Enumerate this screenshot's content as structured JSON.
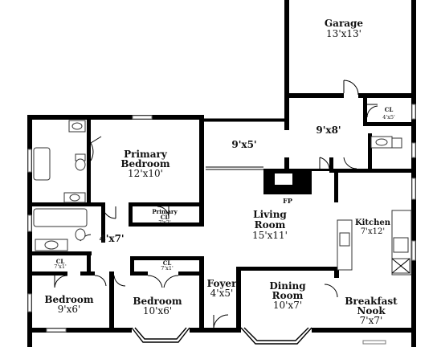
{
  "rooms": {
    "garage": {
      "name": "Garage",
      "dim": "13'x13'"
    },
    "garage_closet": {
      "name": "CL",
      "dim": "4'x5'"
    },
    "laundry": {
      "dim": "9'x8'"
    },
    "hall_top": {
      "dim": "9'x5'"
    },
    "primary_bedroom": {
      "name_line1": "Primary",
      "name_line2": "Bedroom",
      "dim": "12'x10'"
    },
    "primary_closet": {
      "name_line1": "Primary",
      "name_line2": "CL",
      "dim": "7'x2'"
    },
    "fireplace": {
      "label": "FP"
    },
    "living_room": {
      "name_line1": "Living",
      "name_line2": "Room",
      "dim": "15'x11'"
    },
    "kitchen": {
      "name": "Kitchen",
      "dim": "7'x12'"
    },
    "hall_left": {
      "dim": "4'x7'"
    },
    "closet_left": {
      "name": "CL",
      "dim": "7'x1'"
    },
    "closet_mid": {
      "name": "CL",
      "dim": "7'x1'"
    },
    "bedroom_left": {
      "name": "Bedroom",
      "dim": "9'x6'"
    },
    "bedroom_mid": {
      "name": "Bedroom",
      "dim": "10'x6'"
    },
    "foyer": {
      "name": "Foyer",
      "dim": "4'x5'"
    },
    "dining_room": {
      "name_line1": "Dining",
      "name_line2": "Room",
      "dim": "10'x7'"
    },
    "breakfast_nook": {
      "name_line1": "Breakfast",
      "name_line2": "Nook",
      "dim": "7'x7'"
    }
  }
}
